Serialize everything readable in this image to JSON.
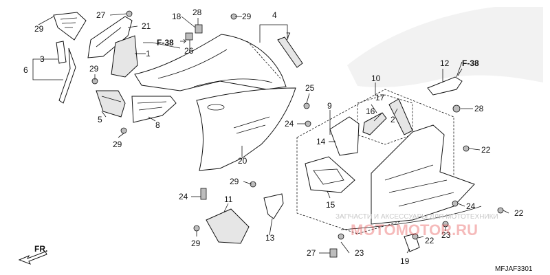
{
  "callouts": {
    "c29a": "29",
    "c27a": "27",
    "c21": "21",
    "c18": "18",
    "c28a": "28",
    "c29b": "29",
    "c4": "4",
    "c7": "7",
    "c26": "26",
    "c3": "3",
    "c6": "6",
    "c1": "1",
    "c29c": "29",
    "c5": "5",
    "c8": "8",
    "c29d": "29",
    "c25": "25",
    "c24a": "24",
    "c20": "20",
    "c9": "9",
    "c10": "10",
    "c12": "12",
    "c17": "17",
    "c16": "16",
    "c2": "2",
    "c14": "14",
    "c28b": "28",
    "c22a": "22",
    "c24b": "24",
    "c29e": "29",
    "c11": "11",
    "c15": "15",
    "c13": "13",
    "c29f": "29",
    "c24c": "24",
    "c22b": "22",
    "c23a": "23",
    "c22c": "22",
    "c27b": "27",
    "c23b": "23",
    "c19": "19"
  },
  "refs": {
    "f38a": "F-38",
    "f38b": "F-38"
  },
  "front_label": "FR.",
  "diagram_code": "MFJAF3301",
  "watermark": {
    "text": "ЗАПЧАСТИ И АКСЕССУАРЫ ДЛЯ МОТОТЕХНИКИ",
    "brand": "MOTOMOTOR.RU"
  }
}
